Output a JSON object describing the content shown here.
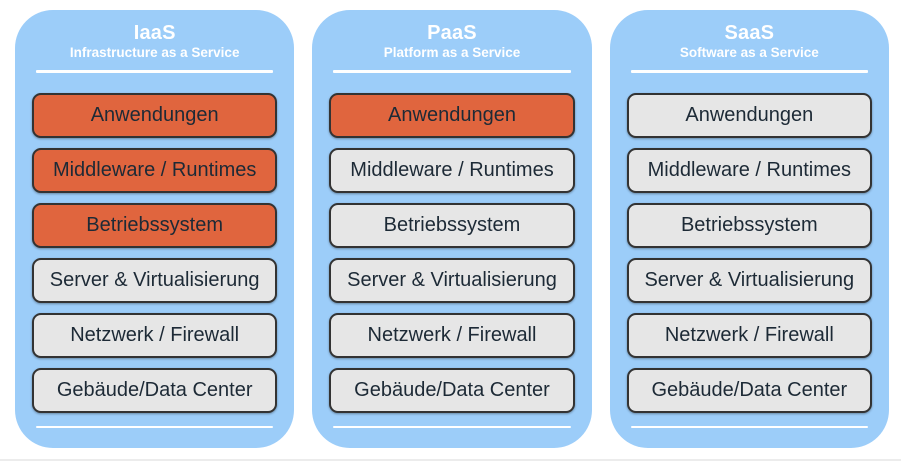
{
  "page": {
    "background": "#ffffff"
  },
  "diagram": {
    "type": "cloud-service-models-stack-comparison",
    "colors": {
      "panel_blue": "#9CCDF9",
      "highlight_orange": "#E0653E",
      "layer_gray": "#E6E6E6",
      "layer_border": "#333333",
      "header_text": "#FFFFFF",
      "layer_text": "#1D2A36"
    },
    "columns": [
      {
        "title": "IaaS",
        "subtitle": "Infrastructure as a Service",
        "layers": [
          {
            "label": "Anwendungen",
            "highlighted": true
          },
          {
            "label": "Middleware / Runtimes",
            "highlighted": true
          },
          {
            "label": "Betriebssystem",
            "highlighted": true
          },
          {
            "label": "Server & Virtualisierung",
            "highlighted": false
          },
          {
            "label": "Netzwerk / Firewall",
            "highlighted": false
          },
          {
            "label": "Gebäude/Data Center",
            "highlighted": false
          }
        ]
      },
      {
        "title": "PaaS",
        "subtitle": "Platform as a Service",
        "layers": [
          {
            "label": "Anwendungen",
            "highlighted": true
          },
          {
            "label": "Middleware / Runtimes",
            "highlighted": false
          },
          {
            "label": "Betriebssystem",
            "highlighted": false
          },
          {
            "label": "Server & Virtualisierung",
            "highlighted": false
          },
          {
            "label": "Netzwerk / Firewall",
            "highlighted": false
          },
          {
            "label": "Gebäude/Data Center",
            "highlighted": false
          }
        ]
      },
      {
        "title": "SaaS",
        "subtitle": "Software as a Service",
        "layers": [
          {
            "label": "Anwendungen",
            "highlighted": false
          },
          {
            "label": "Middleware / Runtimes",
            "highlighted": false
          },
          {
            "label": "Betriebssystem",
            "highlighted": false
          },
          {
            "label": "Server & Virtualisierung",
            "highlighted": false
          },
          {
            "label": "Netzwerk / Firewall",
            "highlighted": false
          },
          {
            "label": "Gebäude/Data Center",
            "highlighted": false
          }
        ]
      }
    ]
  }
}
